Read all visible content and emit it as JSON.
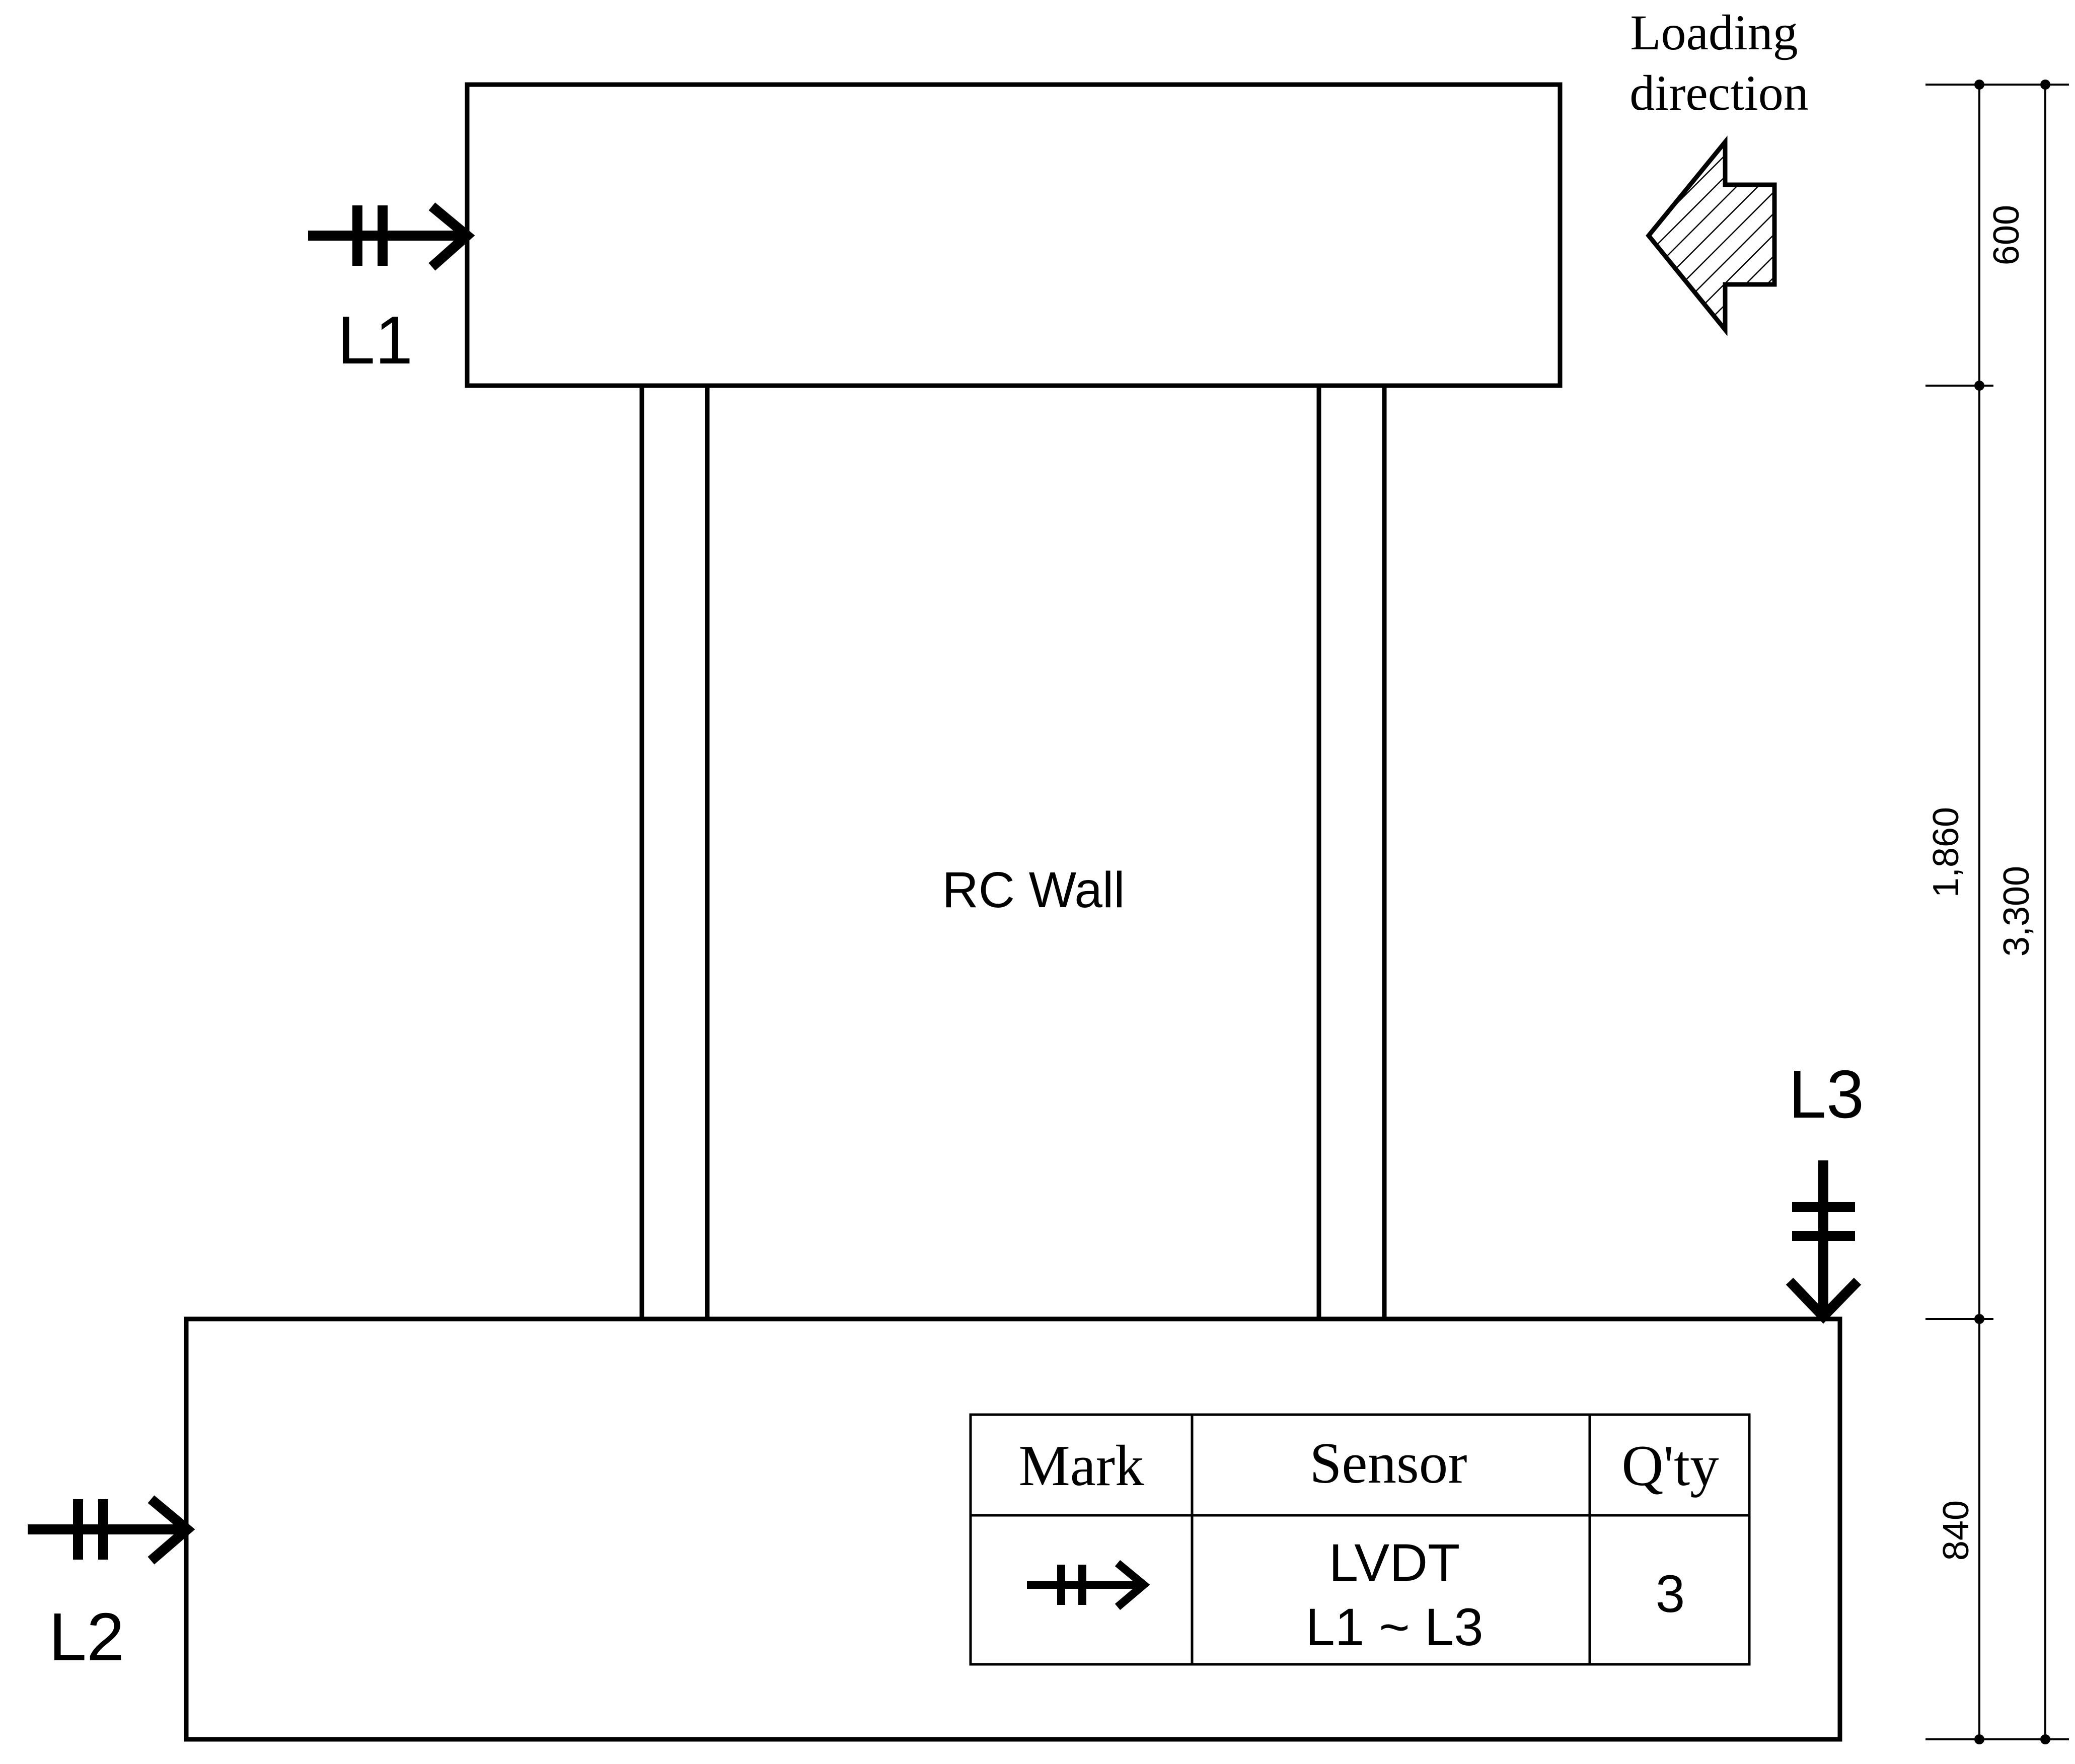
{
  "labels": {
    "loading_line1": "Loading",
    "loading_line2": "direction",
    "wall": "RC Wall",
    "l1": "L1",
    "l2": "L2",
    "l3": "L3"
  },
  "dimensions": {
    "top_beam": "600",
    "wall_height": "1,860",
    "total": "3,300",
    "base": "840"
  },
  "table": {
    "headers": [
      "Mark",
      "Sensor",
      "Q'ty"
    ],
    "sensor_line1": "LVDT",
    "sensor_line2": "L1 ~ L3",
    "qty": "3"
  }
}
